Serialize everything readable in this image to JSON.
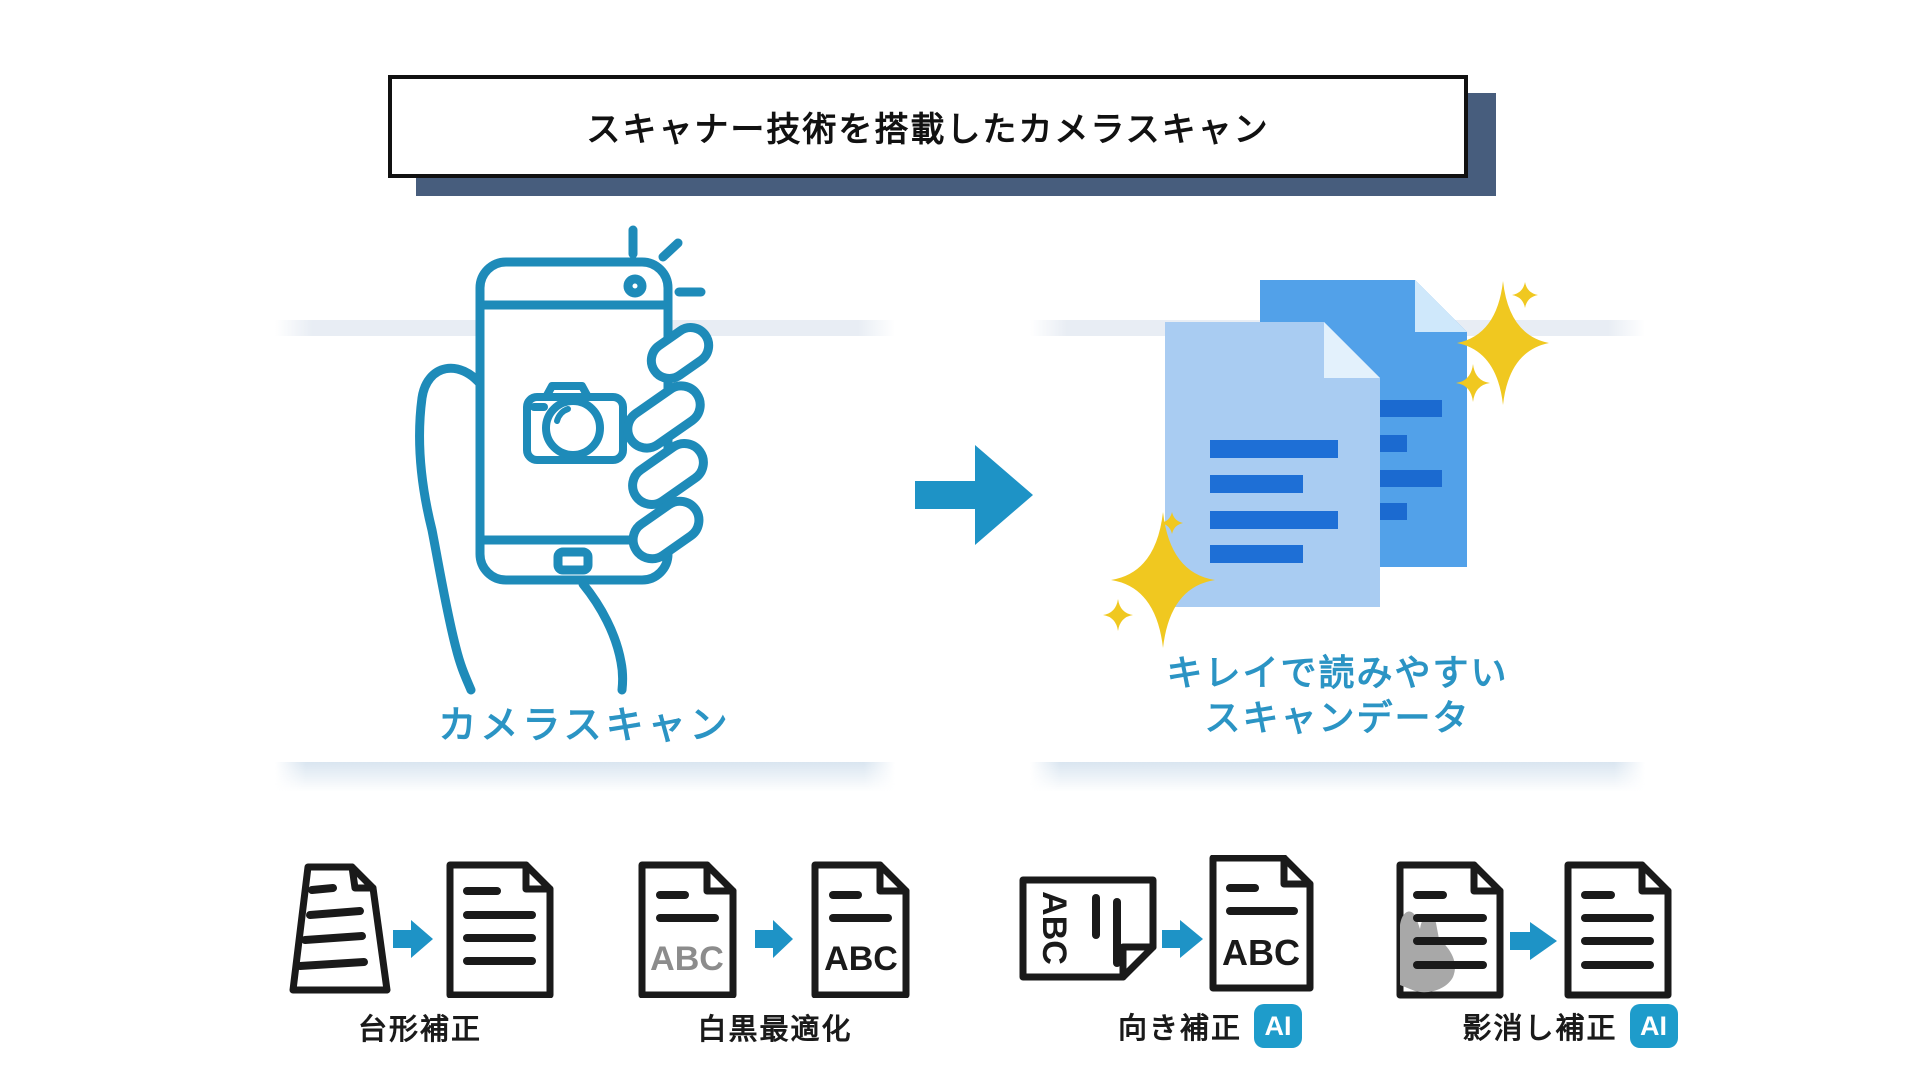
{
  "title": {
    "text": "スキャナー技術を搭載したカメラスキャン"
  },
  "before": {
    "label": "カメラスキャン"
  },
  "arrow": {
    "direction": "right"
  },
  "after": {
    "label_line1": "キレイで読みやすい",
    "label_line2": "スキャンデータ"
  },
  "features": [
    {
      "label": "台形補正",
      "ai": false
    },
    {
      "label": "白黒最適化",
      "ai": false,
      "abc_before": "ABC",
      "abc_after": "ABC"
    },
    {
      "label": "向き補正",
      "ai": true,
      "ai_label": "AI",
      "abc_before": "ABC",
      "abc_after": "ABC"
    },
    {
      "label": "影消し補正",
      "ai": true,
      "ai_label": "AI"
    }
  ],
  "colors": {
    "line_art_teal": "#1e8bb9",
    "label_teal": "#2b94c4",
    "arrow_blue": "#1e93c6",
    "ai_badge_blue": "#1e9ccb",
    "banner_shadow_slate": "#475d7d",
    "doc_back_blue": "#52a1e9",
    "doc_front_blue": "#a9ccf2",
    "doc_text_bar_blue": "#1b6ad0",
    "sparkle_yellow": "#f0c820",
    "gray_text": "#8c8c8c",
    "shadow_gray": "#a8a8a8",
    "ink_black": "#1a1a1a"
  }
}
